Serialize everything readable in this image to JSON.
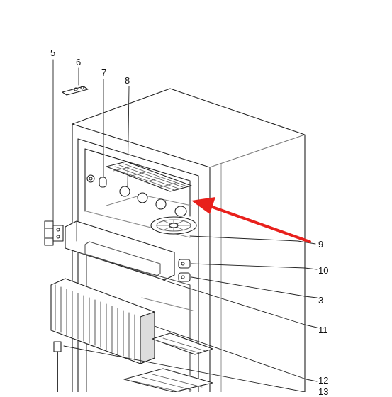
{
  "diagram": {
    "callouts": [
      {
        "id": "c5",
        "label": "5"
      },
      {
        "id": "c6",
        "label": "6"
      },
      {
        "id": "c7",
        "label": "7"
      },
      {
        "id": "c8",
        "label": "8"
      },
      {
        "id": "c9",
        "label": "9"
      },
      {
        "id": "c10",
        "label": "10"
      },
      {
        "id": "c3",
        "label": "3"
      },
      {
        "id": "c11",
        "label": "11"
      },
      {
        "id": "c12",
        "label": "12"
      },
      {
        "id": "c13",
        "label": "13"
      }
    ],
    "colors": {
      "line": "#222222",
      "light_line": "#9a9a9a",
      "arrow": "#e8201c",
      "shade": "#d9d9d9",
      "fill": "#ffffff"
    }
  }
}
